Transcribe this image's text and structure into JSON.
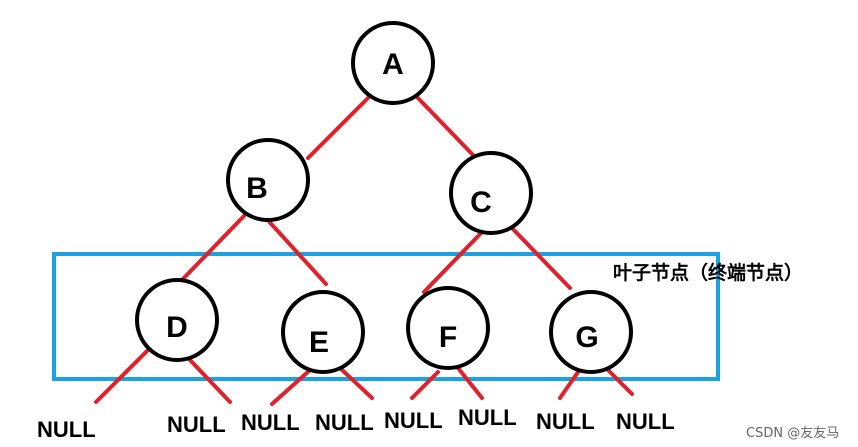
{
  "nodes": [
    {
      "id": "A",
      "label": "A"
    },
    {
      "id": "B",
      "label": "B"
    },
    {
      "id": "C",
      "label": "C"
    },
    {
      "id": "D",
      "label": "D"
    },
    {
      "id": "E",
      "label": "E"
    },
    {
      "id": "F",
      "label": "F"
    },
    {
      "id": "G",
      "label": "G"
    }
  ],
  "edges": [
    [
      "A",
      "B"
    ],
    [
      "A",
      "C"
    ],
    [
      "B",
      "D"
    ],
    [
      "B",
      "E"
    ],
    [
      "C",
      "F"
    ],
    [
      "C",
      "G"
    ]
  ],
  "null_label": "NULL",
  "leaf_caption": "叶子节点（终端节点）",
  "watermark": "CSDN @友友马",
  "colors": {
    "edge": "#e0202a",
    "node_stroke": "#000000",
    "highlight_box": "#1aa3e0"
  }
}
